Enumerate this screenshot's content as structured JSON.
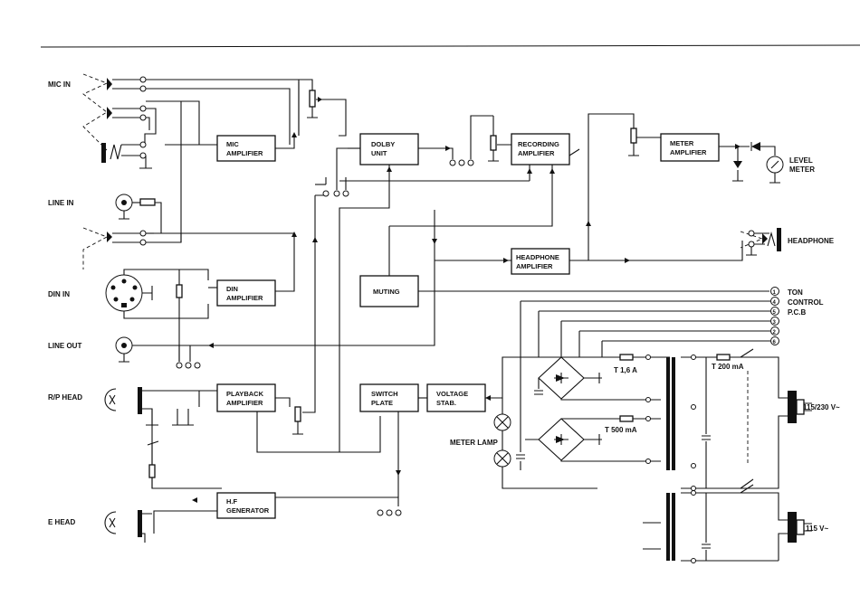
{
  "inputs": {
    "mic_in": "MIC IN",
    "line_in": "LINE IN",
    "din_in": "DIN IN",
    "line_out": "LINE OUT",
    "rp_head": "R/P HEAD",
    "e_head": "E HEAD"
  },
  "blocks": {
    "mic_amp": [
      "MIC",
      "AMPLIFIER"
    ],
    "din_amp": [
      "DIN",
      "AMPLIFIER"
    ],
    "playback_amp": [
      "PLAYBACK",
      "AMPLIFIER"
    ],
    "hf_gen": [
      "H.F",
      "GENERATOR"
    ],
    "dolby": [
      "DOLBY",
      "UNIT"
    ],
    "muting": "MUTING",
    "switch_plate": [
      "SWITCH",
      "PLATE"
    ],
    "voltage_stab": [
      "VOLTAGE",
      "STAB."
    ],
    "recording_amp": [
      "RECORDING",
      "AMPLIFIER"
    ],
    "headphone_amp": [
      "HEADPHONE",
      "AMPLIFIER"
    ],
    "meter_amp": [
      "METER",
      "AMPLIFIER"
    ]
  },
  "outputs": {
    "level_meter": [
      "LEVEL",
      "METER"
    ],
    "headphone": "HEADPHONE",
    "ton_control": [
      "TON",
      "CONTROL",
      "P.C.B"
    ],
    "meter_lamp": "METER LAMP"
  },
  "terminals": [
    "1",
    "4",
    "5",
    "3",
    "2",
    "6"
  ],
  "power": {
    "fuse1": "T 1,6 A",
    "fuse2": "T 500 mA",
    "fuse3": "T 200 mA",
    "mains1": "115/230 V~",
    "mains2": "115 V~"
  }
}
